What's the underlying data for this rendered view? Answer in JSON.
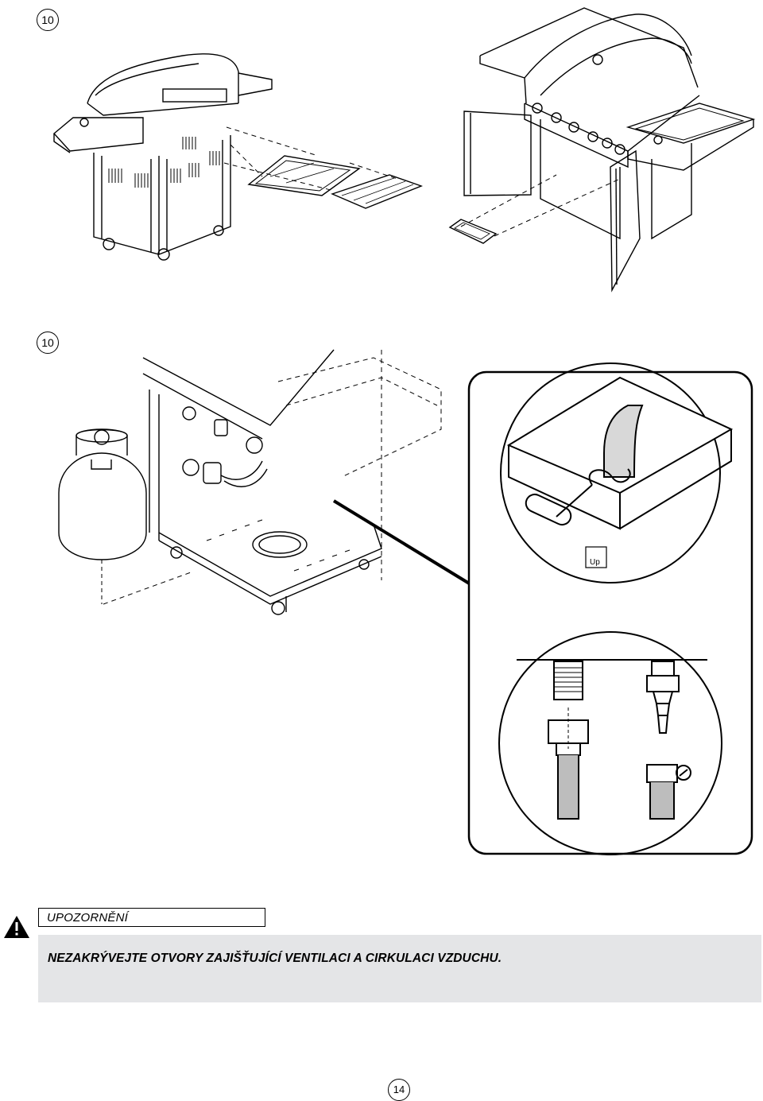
{
  "steps": {
    "top_number": "10",
    "bottom_number": "10"
  },
  "detail_labels": {
    "up_marking": "Up"
  },
  "warning": {
    "title": "UPOZORNĚNÍ",
    "text": "NEZAKRÝVEJTE OTVORY ZAJIŠŤUJÍCÍ VENTILACI A CIRKULACI VZDUCHU."
  },
  "page": {
    "number": "14"
  },
  "colors": {
    "warning_background": "#e4e5e7",
    "line": "#000000"
  }
}
